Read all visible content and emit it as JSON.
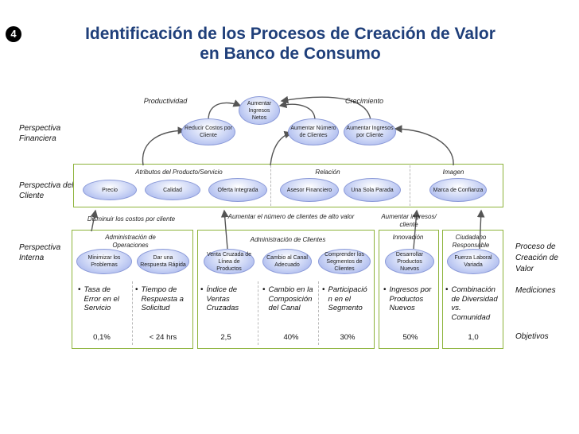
{
  "badge": "4",
  "title_line1": "Identificación de los Procesos de Creación de Valor",
  "title_line2": "en Banco de Consumo",
  "perspectives": {
    "financiera": "Perspectiva Financiera",
    "cliente": "Perspectiva del Cliente",
    "interna": "Perspectiva Interna"
  },
  "right_labels": {
    "proceso": "Proceso de Creación de Valor",
    "mediciones": "Mediciones",
    "objetivos": "Objetivos"
  },
  "financial": {
    "productividad": "Productividad",
    "crecimiento": "Crecimiento",
    "nodes": {
      "netos": "Aumentar Ingresos Netos",
      "costos": "Reducir Costos por Cliente",
      "numero": "Aumentar Número de Clientes",
      "ingresos": "Aumentar Ingresos por Cliente"
    }
  },
  "customer": {
    "atributos": "Atributos del Producto/Servicio",
    "relacion": "Relación",
    "imagen": "Imagen",
    "nodes": {
      "precio": "Precio",
      "calidad": "Calidad",
      "oferta": "Oferta Integrada",
      "asesor": "Asesor Financiero",
      "parada": "Una Sola Parada",
      "marca": "Marca de Confianza"
    }
  },
  "connectors": {
    "disminuir": "Disminuir los costos por cliente",
    "aumentar_num": "Aumentar el número de clientes de alto valor",
    "aumentar_ing": "Aumentar ingresos/ cliente"
  },
  "internal": {
    "operaciones": "Administración de Operaciones",
    "clientes": "Administración de Clientes",
    "innovacion": "Innovación",
    "ciudadano": "Ciudadano Responsable",
    "nodes": {
      "minimizar": "Minimizar los Problemas",
      "respuesta": "Dar una Respuesta Rápida",
      "venta": "Venta Cruzada de Línea de Productos",
      "cambio": "Cambio al Canal Adecuado",
      "comprender": "Comprender los Segmentos de Clientes",
      "desarrollar": "Desarrollar Productos Nuevos",
      "fuerza": "Fuerza Laboral Variada"
    }
  },
  "measures": {
    "m1": "Tasa de Error en el Servicio",
    "m2": "Tiempo de Respuesta a Solicitud",
    "m3": "Índice de Ventas Cruzadas",
    "m4": "Cambio en la Composición del Canal",
    "m5": "Participació n en el Segmento",
    "m6": "Ingresos por Productos Nuevos",
    "m7": "Combinación de Diversidad vs. Comunidad"
  },
  "targets": {
    "t1": "0,1%",
    "t2": "< 24 hrs",
    "t3": "2,5",
    "t4": "40%",
    "t5": "30%",
    "t6": "50%",
    "t7": "1,0"
  },
  "colors": {
    "title": "#1f3f7a",
    "box_border": "#8db33a",
    "oval_fill": "#c9d3f5",
    "arrow": "#555555"
  }
}
